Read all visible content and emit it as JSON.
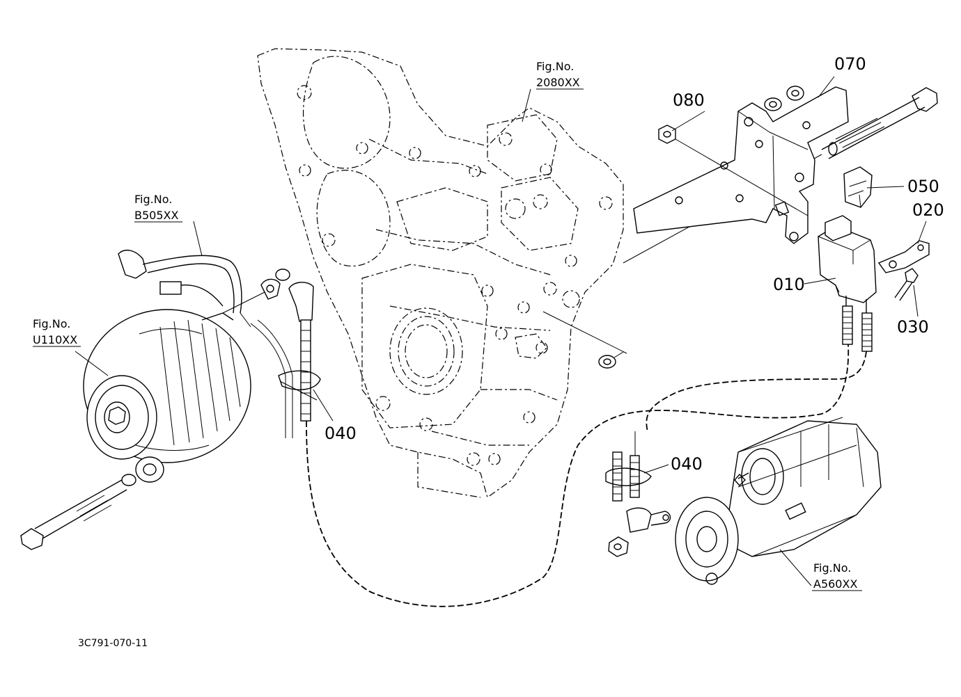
{
  "parts": {
    "p010": "010",
    "p020": "020",
    "p030": "030",
    "p040a": "040",
    "p040b": "040",
    "p050": "050",
    "p070": "070",
    "p080": "080"
  },
  "fig_refs": {
    "gear_case": {
      "label": "Fig.No.",
      "code": "2080XX"
    },
    "harness": {
      "label": "Fig.No.",
      "code": "B505XX"
    },
    "alternator": {
      "label": "Fig.No.",
      "code": "U110XX"
    },
    "starter": {
      "label": "Fig.No.",
      "code": "A560XX"
    }
  },
  "drawing_code": "3C791-070-11"
}
